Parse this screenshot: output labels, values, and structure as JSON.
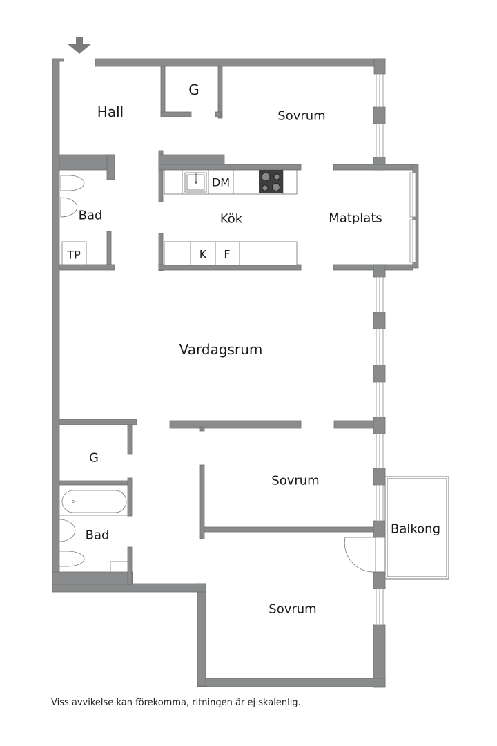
{
  "plan": {
    "rooms": {
      "hall": "Hall",
      "g_top": "G",
      "sovrum_top": "Sovrum",
      "bad_top": "Bad",
      "tp": "TP",
      "dm": "DM",
      "kok": "Kök",
      "k": "K",
      "f": "F",
      "matplats": "Matplats",
      "vardagsrum": "Vardagsrum",
      "g_bottom": "G",
      "sovrum_mid": "Sovrum",
      "bad_bottom": "Bad",
      "balkong": "Balkong",
      "sovrum_bottom": "Sovrum"
    },
    "entrance_icon": "arrow-down-icon",
    "wall_color": "#8a8b8c",
    "stove_color": "#3d3d3d"
  },
  "footer": {
    "disclaimer": "Viss avvikelse kan förekomma, ritningen är ej skalenlig."
  }
}
